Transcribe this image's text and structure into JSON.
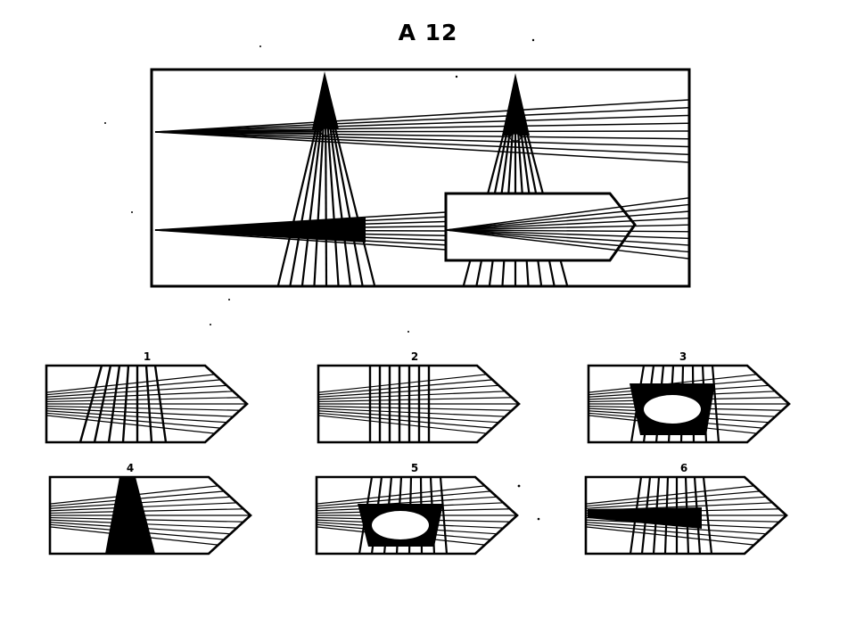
{
  "puzzle": {
    "title": "A 12",
    "stroke_color": "#000000",
    "background_color": "#ffffff",
    "options": [
      {
        "label": "1"
      },
      {
        "label": "2"
      },
      {
        "label": "3"
      },
      {
        "label": "4"
      },
      {
        "label": "5"
      },
      {
        "label": "6"
      }
    ]
  }
}
